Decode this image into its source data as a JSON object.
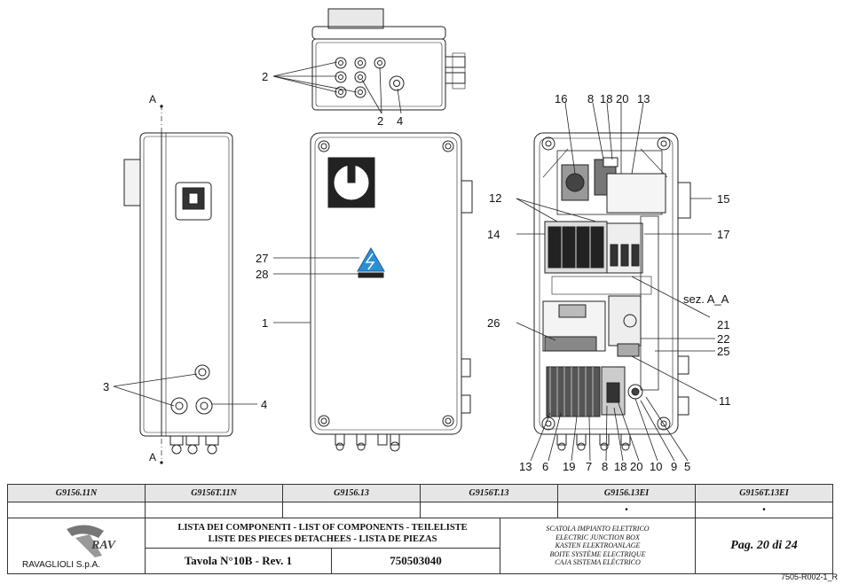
{
  "drawing": {
    "section_marker": "A",
    "section_label": "sez. A_A",
    "callouts": {
      "c2": "2",
      "c2b": "2",
      "c4top": "4",
      "c16": "16",
      "c8": "8",
      "c18": "18",
      "c20": "20",
      "c13": "13",
      "c12": "12",
      "c14": "14",
      "c15": "15",
      "c17": "17",
      "c27": "27",
      "c28": "28",
      "c1": "1",
      "c21": "21",
      "c26": "26",
      "c22": "22",
      "c25": "25",
      "c11": "11",
      "c3": "3",
      "c4left": "4",
      "b13": "13",
      "b6": "6",
      "b19": "19",
      "b7": "7",
      "b8": "8",
      "b18": "18",
      "b20": "20",
      "b10": "10",
      "b9": "9",
      "b5": "5"
    }
  },
  "table": {
    "models": [
      "G9156.11N",
      "G9156T.11N",
      "G9156.13",
      "G9156T.13",
      "G9156.13EI",
      "G9156T.13EI"
    ],
    "marks": [
      "",
      "",
      "",
      "",
      "•",
      "•"
    ],
    "company": "RAVAGLIOLI S.p.A.",
    "component_list_line1": "LISTA DEI COMPONENTI - LIST OF COMPONENTS - TEILELISTE",
    "component_list_line2": "LISTE DES PIECES DETACHEES - LISTA DE PIEZAS",
    "tavola": "Tavola N°10B - Rev. 1",
    "part_number": "750503040",
    "description_lines": [
      "SCATOLA IMPIANTO ELETTRICO",
      "ELECTRIC JUNCTION BOX",
      "KASTEN ELEKTROANLAGE",
      "BOITE SYSTÈME ELECTRIQUE",
      "CAJA SISTEMA ELÉCTRICO"
    ],
    "page": "Pag. 20 di 24",
    "doc_ref": "7505-R002-1_R"
  }
}
